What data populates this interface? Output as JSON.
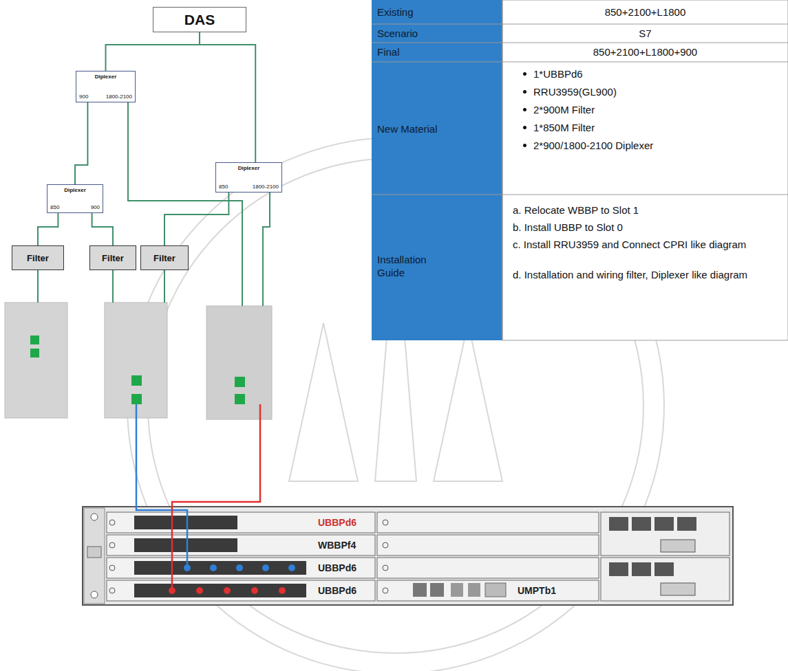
{
  "diagram": {
    "nodes": [
      {
        "text": [
          "DAS"
        ]
      },
      {
        "text": [
          "Diplexer",
          "900",
          "1800-2100"
        ]
      },
      {
        "text": [
          "Diplexer",
          "850",
          "1800-2100"
        ]
      },
      {
        "text": [
          "Diplexer",
          "850",
          "900"
        ]
      },
      {
        "text": [
          "Filter"
        ]
      },
      {
        "text": [
          "Filter"
        ]
      },
      {
        "text": [
          "Filter"
        ]
      }
    ],
    "edges": [
      {
        "from": 0,
        "to": 1,
        "arrow": "none"
      },
      {
        "from": 0,
        "to": 2,
        "arrow": "none"
      },
      {
        "from": 1,
        "to": 3,
        "arrow": "none"
      },
      {
        "from": 3,
        "to": 4,
        "arrow": "none"
      },
      {
        "from": 3,
        "to": 5,
        "arrow": "none"
      },
      {
        "from": 2,
        "to": 6,
        "arrow": "none"
      }
    ],
    "labels": [
      "Existing",
      "850+2100+L1800",
      "Scenario",
      "S7",
      "Final",
      "850+2100+L1800+900",
      "New Material",
      "1*UBBPd6",
      "RRU3959(GL900)",
      "2*900M Filter",
      "1*850M Filter",
      "2*900/1800-2100 Diplexer",
      "Installation Guide",
      "a. Relocate WBBP to Slot 1",
      "b. Install UBBP to Slot 0",
      "c. Install RRU3959 and Connect CPRI like diagram",
      "d. Installation and wiring filter, Diplexer like diagram",
      "UBBPd6",
      "WBBPf4",
      "UBBPd6",
      "UBBPd6",
      "UMPTb1"
    ]
  }
}
